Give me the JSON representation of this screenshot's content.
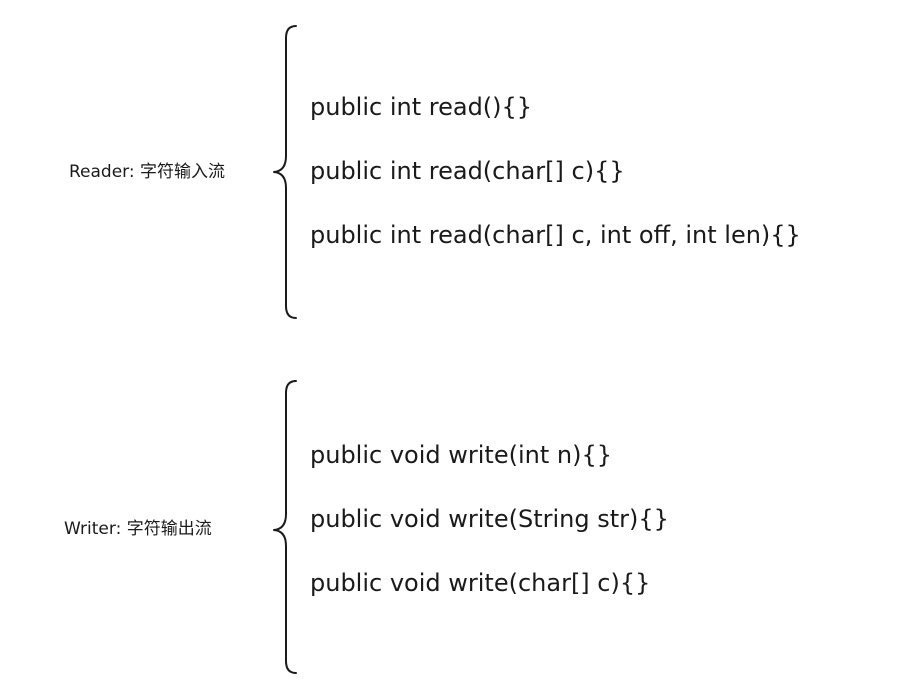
{
  "reader": {
    "label": "Reader: 字符输入流",
    "methods": [
      "public int read(){}",
      "public int read(char[] c){}",
      "public int read(char[] c, int off, int len){}"
    ]
  },
  "writer": {
    "label": "Writer: 字符输出流",
    "methods": [
      "public void write(int n){}",
      "public void write(String str){}",
      "public void write(char[] c){}"
    ]
  }
}
